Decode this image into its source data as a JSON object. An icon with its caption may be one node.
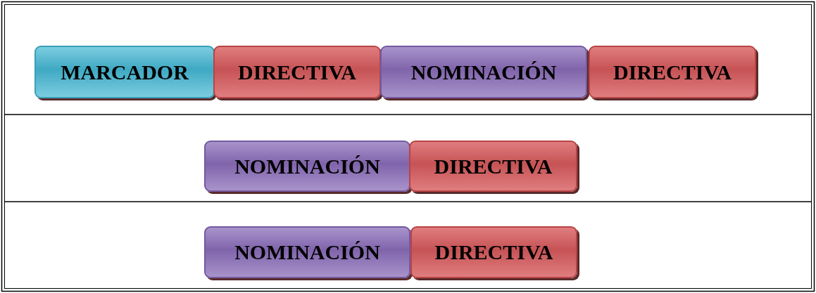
{
  "diagram": {
    "nodes": [
      {
        "text": [
          "MARCADOR"
        ]
      },
      {
        "text": [
          "DIRECTIVA"
        ]
      },
      {
        "text": [
          "NOMINACIÓN"
        ]
      },
      {
        "text": [
          "DIRECTIVA"
        ]
      },
      {
        "text": [
          "NOMINACIÓN"
        ]
      },
      {
        "text": [
          "DIRECTIVA"
        ]
      },
      {
        "text": [
          "NOMINACIÓN"
        ]
      },
      {
        "text": [
          "DIRECTIVA"
        ]
      }
    ]
  }
}
